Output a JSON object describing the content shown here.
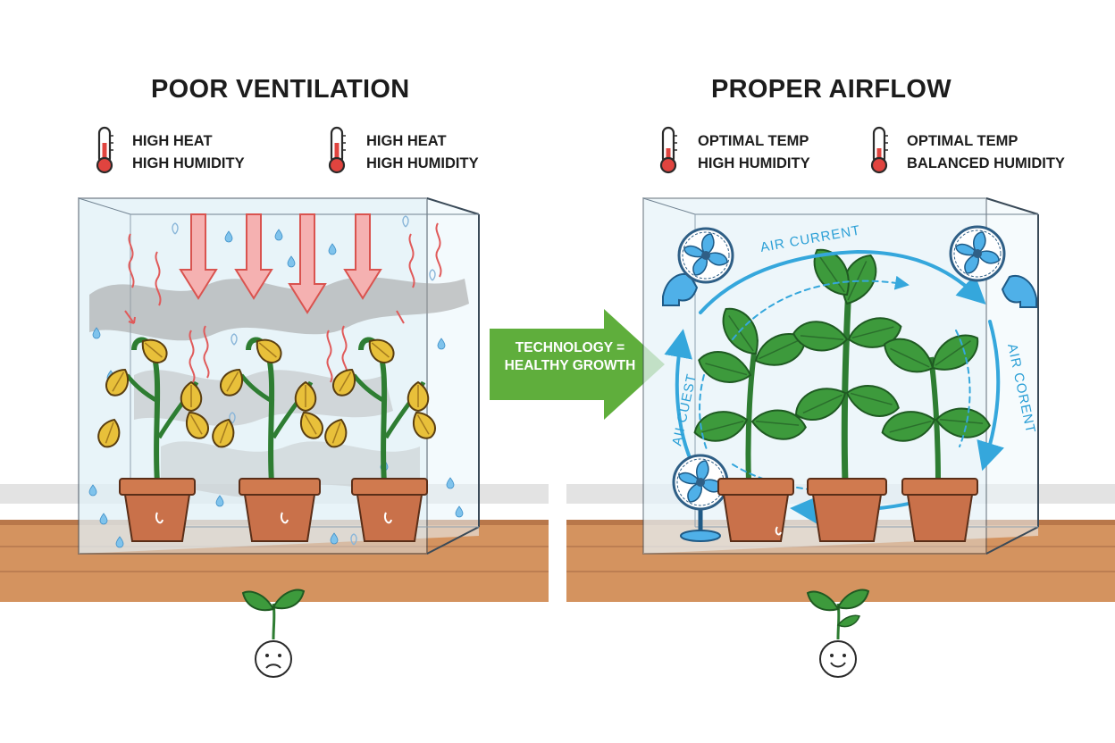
{
  "left_panel": {
    "title": "POOR VENTILATION",
    "conditions": [
      {
        "icon": "thermometer-hot-icon",
        "line1": "HIGH HEAT",
        "line2": "HIGH HUMIDITY"
      },
      {
        "icon": "thermometer-hot-icon",
        "line1": "HIGH HEAT",
        "line2": "HIGH HUMIDITY"
      }
    ],
    "status_icon": "sad-seedling-icon"
  },
  "right_panel": {
    "title": "PROPER AIRFLOW",
    "conditions": [
      {
        "icon": "thermometer-icon",
        "line1": "OPTIMAL TEMP",
        "line2": "HIGH HUMIDITY"
      },
      {
        "icon": "thermometer-icon",
        "line1": "OPTIMAL TEMP",
        "line2": "BALANCED HUMIDITY"
      }
    ],
    "air_labels": [
      "AIR CURRENT",
      "AIR CORENT",
      "AII CUEST"
    ],
    "status_icon": "happy-seedling-icon"
  },
  "center_arrow": {
    "line1": "TECHNOLOGY =",
    "line2": "HEALTHY GROWTH"
  },
  "colors": {
    "arrow_green": "#5fae3c",
    "heat_red": "#e05a5a",
    "wilted_leaf": "#e8c03a",
    "healthy_leaf": "#3d9a3c",
    "air_blue": "#35a7dc",
    "pot": "#c9714a",
    "shelf": "#d4935f"
  }
}
